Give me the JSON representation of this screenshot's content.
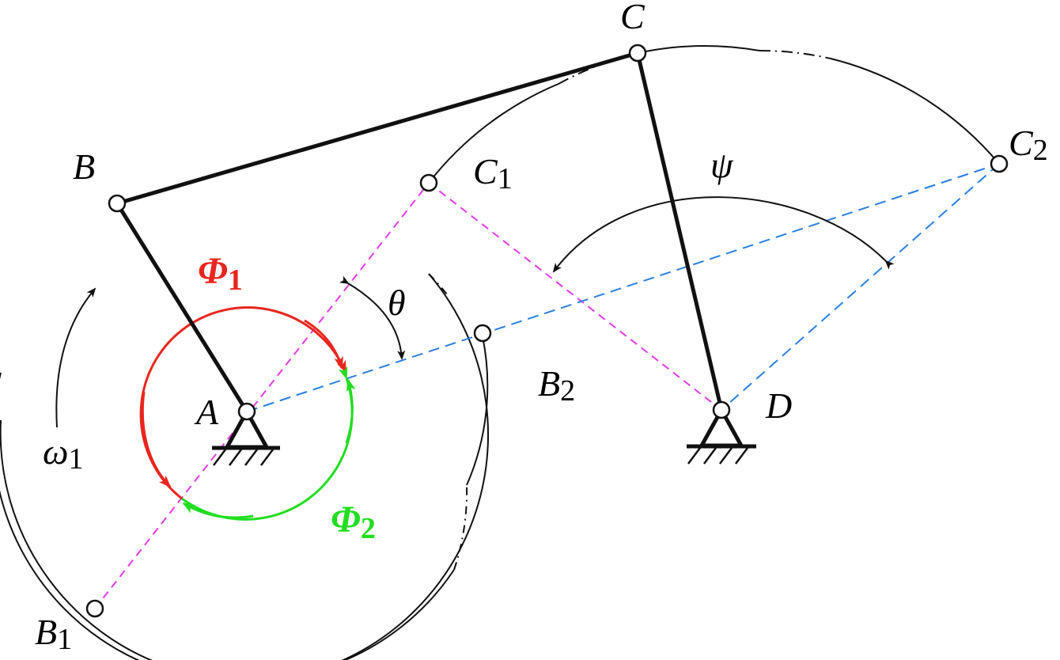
{
  "labels": {
    "C": "C",
    "B": "B",
    "C1": "C",
    "C1_sub": "1",
    "C2": "C",
    "C2_sub": "2",
    "psi": "ψ",
    "theta": "θ",
    "B2": "B",
    "B2_sub": "2",
    "A": "A",
    "D": "D",
    "omega": "ω",
    "omega_sub": "1",
    "B1": "B",
    "B1_sub": "1",
    "Phi1": "Φ",
    "Phi1_sub": "1",
    "Phi2": "Φ",
    "Phi2_sub": "2"
  },
  "colors": {
    "link": "#111111",
    "phi1_arc": "#e8261e",
    "phi2_arc": "#22dd22",
    "dead_point_line": "#e23be6",
    "extreme_line": "#2a7fe0"
  }
}
